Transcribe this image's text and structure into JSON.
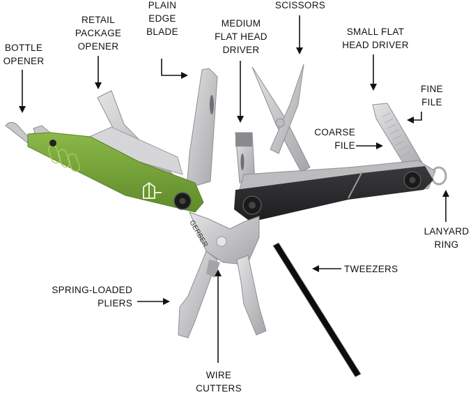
{
  "diagram": {
    "subject": "Gerber multi-tool, exploded with labeled components",
    "brand_mark": "GERBER",
    "colors": {
      "green_handle": "#7aa33a",
      "green_highlight": "#9cc458",
      "black_handle": "#2a2a2c",
      "steel": "#c9c9cb",
      "steel_dark": "#8e8e92",
      "arrow": "#111111",
      "background": "#ffffff"
    },
    "labels": [
      {
        "id": "bottle-opener",
        "text": "BOTTLE\nOPENER"
      },
      {
        "id": "retail-package-opener",
        "text": "RETAIL\nPACKAGE\nOPENER"
      },
      {
        "id": "plain-edge-blade",
        "text": "PLAIN\nEDGE\nBLADE"
      },
      {
        "id": "medium-flat-head-driver",
        "text": "MEDIUM\nFLAT HEAD\nDRIVER"
      },
      {
        "id": "scissors",
        "text": "SCISSORS"
      },
      {
        "id": "small-flat-head-driver",
        "text": "SMALL FLAT\nHEAD DRIVER"
      },
      {
        "id": "fine-file",
        "text": "FINE\nFILE"
      },
      {
        "id": "coarse-file",
        "text": "COARSE\nFILE"
      },
      {
        "id": "lanyard-ring",
        "text": "LANYARD\nRING"
      },
      {
        "id": "tweezers",
        "text": "TWEEZERS"
      },
      {
        "id": "spring-loaded-pliers",
        "text": "SPRING-LOADED\nPLIERS"
      },
      {
        "id": "wire-cutters",
        "text": "WIRE\nCUTTERS"
      }
    ]
  }
}
